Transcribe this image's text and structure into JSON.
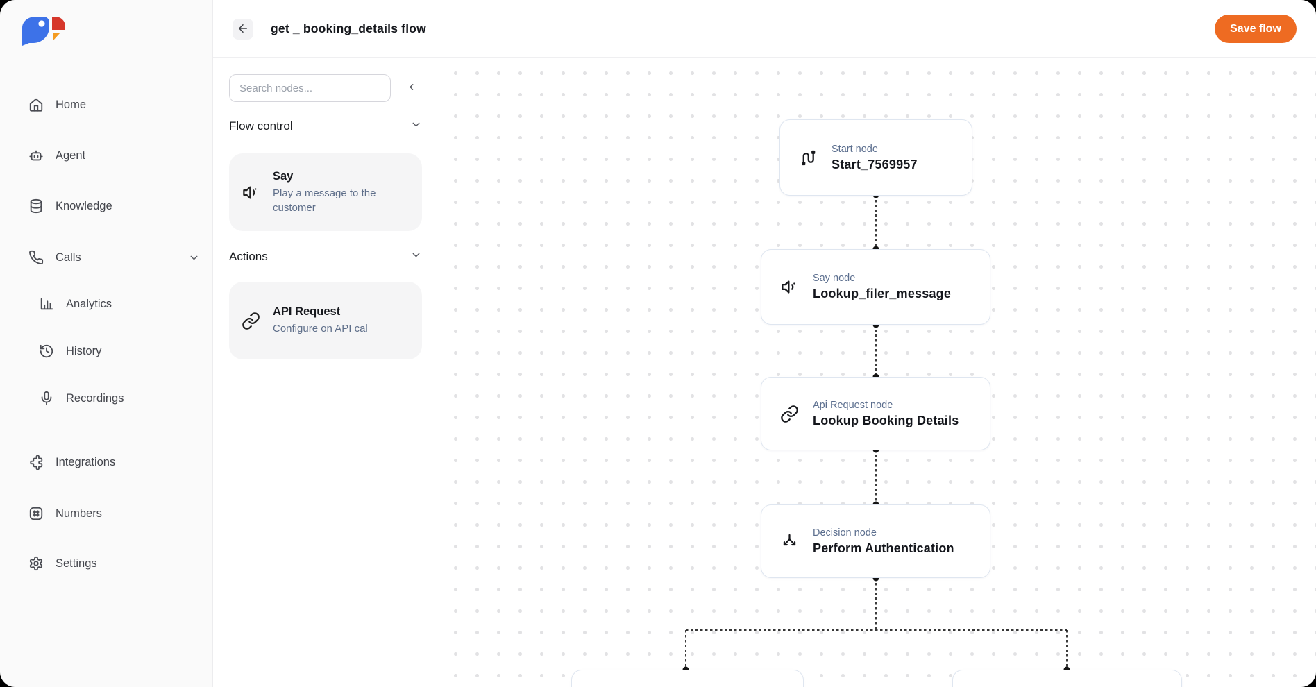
{
  "header": {
    "title": "get _ booking_details flow",
    "save_label": "Save flow",
    "back_icon": "arrow-left-icon"
  },
  "sidebar": {
    "logo_icon": "parrot-logo",
    "items": [
      {
        "label": "Home",
        "icon": "home-icon"
      },
      {
        "label": "Agent",
        "icon": "robot-icon"
      },
      {
        "label": "Knowledge",
        "icon": "database-icon"
      },
      {
        "label": "Calls",
        "icon": "phone-icon",
        "expand_icon": "chevron-down-icon"
      },
      {
        "label": "Analytics",
        "icon": "bar-chart-icon",
        "sub_item_of": "Calls"
      },
      {
        "label": "History",
        "icon": "history-clock-icon",
        "sub_item_of": "Calls"
      },
      {
        "label": "Recordings",
        "icon": "microphone-icon",
        "sub_item_of": "Calls"
      },
      {
        "label": "Integrations",
        "icon": "puzzle-icon"
      },
      {
        "label": "Numbers",
        "icon": "hash-square-icon"
      },
      {
        "label": "Settings",
        "icon": "gear-icon"
      }
    ]
  },
  "palette": {
    "search_placeholder": "Search nodes...",
    "collapse_icon": "chevron-left-icon",
    "sections": [
      {
        "title": "Flow control",
        "chevron_icon": "chevron-down-icon",
        "items": [
          {
            "title": "Say",
            "description": "Play a message to the customer",
            "icon": "speaker-icon"
          }
        ]
      },
      {
        "title": "Actions",
        "chevron_icon": "chevron-down-icon",
        "items": [
          {
            "title": "API Request",
            "description": "Configure on API cal",
            "icon": "link-icon"
          }
        ]
      }
    ]
  },
  "canvas": {
    "nodes": [
      {
        "type_label": "Start node",
        "name": "Start_7569957",
        "icon": "cable-icon"
      },
      {
        "type_label": "Say node",
        "name": "Lookup_filer_message",
        "icon": "speaker-icon"
      },
      {
        "type_label": "Api Request node",
        "name": "Lookup Booking Details",
        "icon": "link-icon"
      },
      {
        "type_label": "Decision node",
        "name": "Perform Authentication",
        "icon": "split-arrows-icon"
      }
    ],
    "partial_nodes_count": 2
  },
  "colors": {
    "accent_orange": "#EE6B22",
    "logo_blue": "#3D72E8",
    "logo_red": "#D6372B",
    "logo_orange": "#F49B20",
    "node_type_label": "#5B6E8E",
    "sidebar_bg": "#FAFAFA",
    "canvas_dot": "#E2E2E4",
    "connector": "#1A1A1A"
  }
}
